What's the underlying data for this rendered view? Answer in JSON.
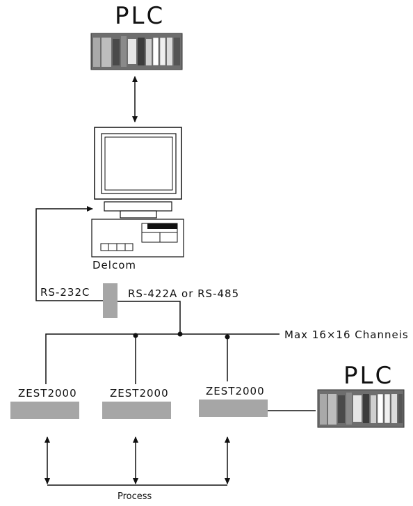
{
  "top_plc": {
    "label": "PLC"
  },
  "right_plc": {
    "label": "PLC"
  },
  "computer": {
    "label": "Delcom"
  },
  "links": {
    "rs232": "RS-232C",
    "rs422": "RS-422A or RS-485",
    "max_channels": "Max 16×16 Channeis"
  },
  "modules": [
    {
      "label": "ZEST2000"
    },
    {
      "label": "ZEST2000"
    },
    {
      "label": "ZEST2000"
    }
  ],
  "process": {
    "label": "Process"
  }
}
